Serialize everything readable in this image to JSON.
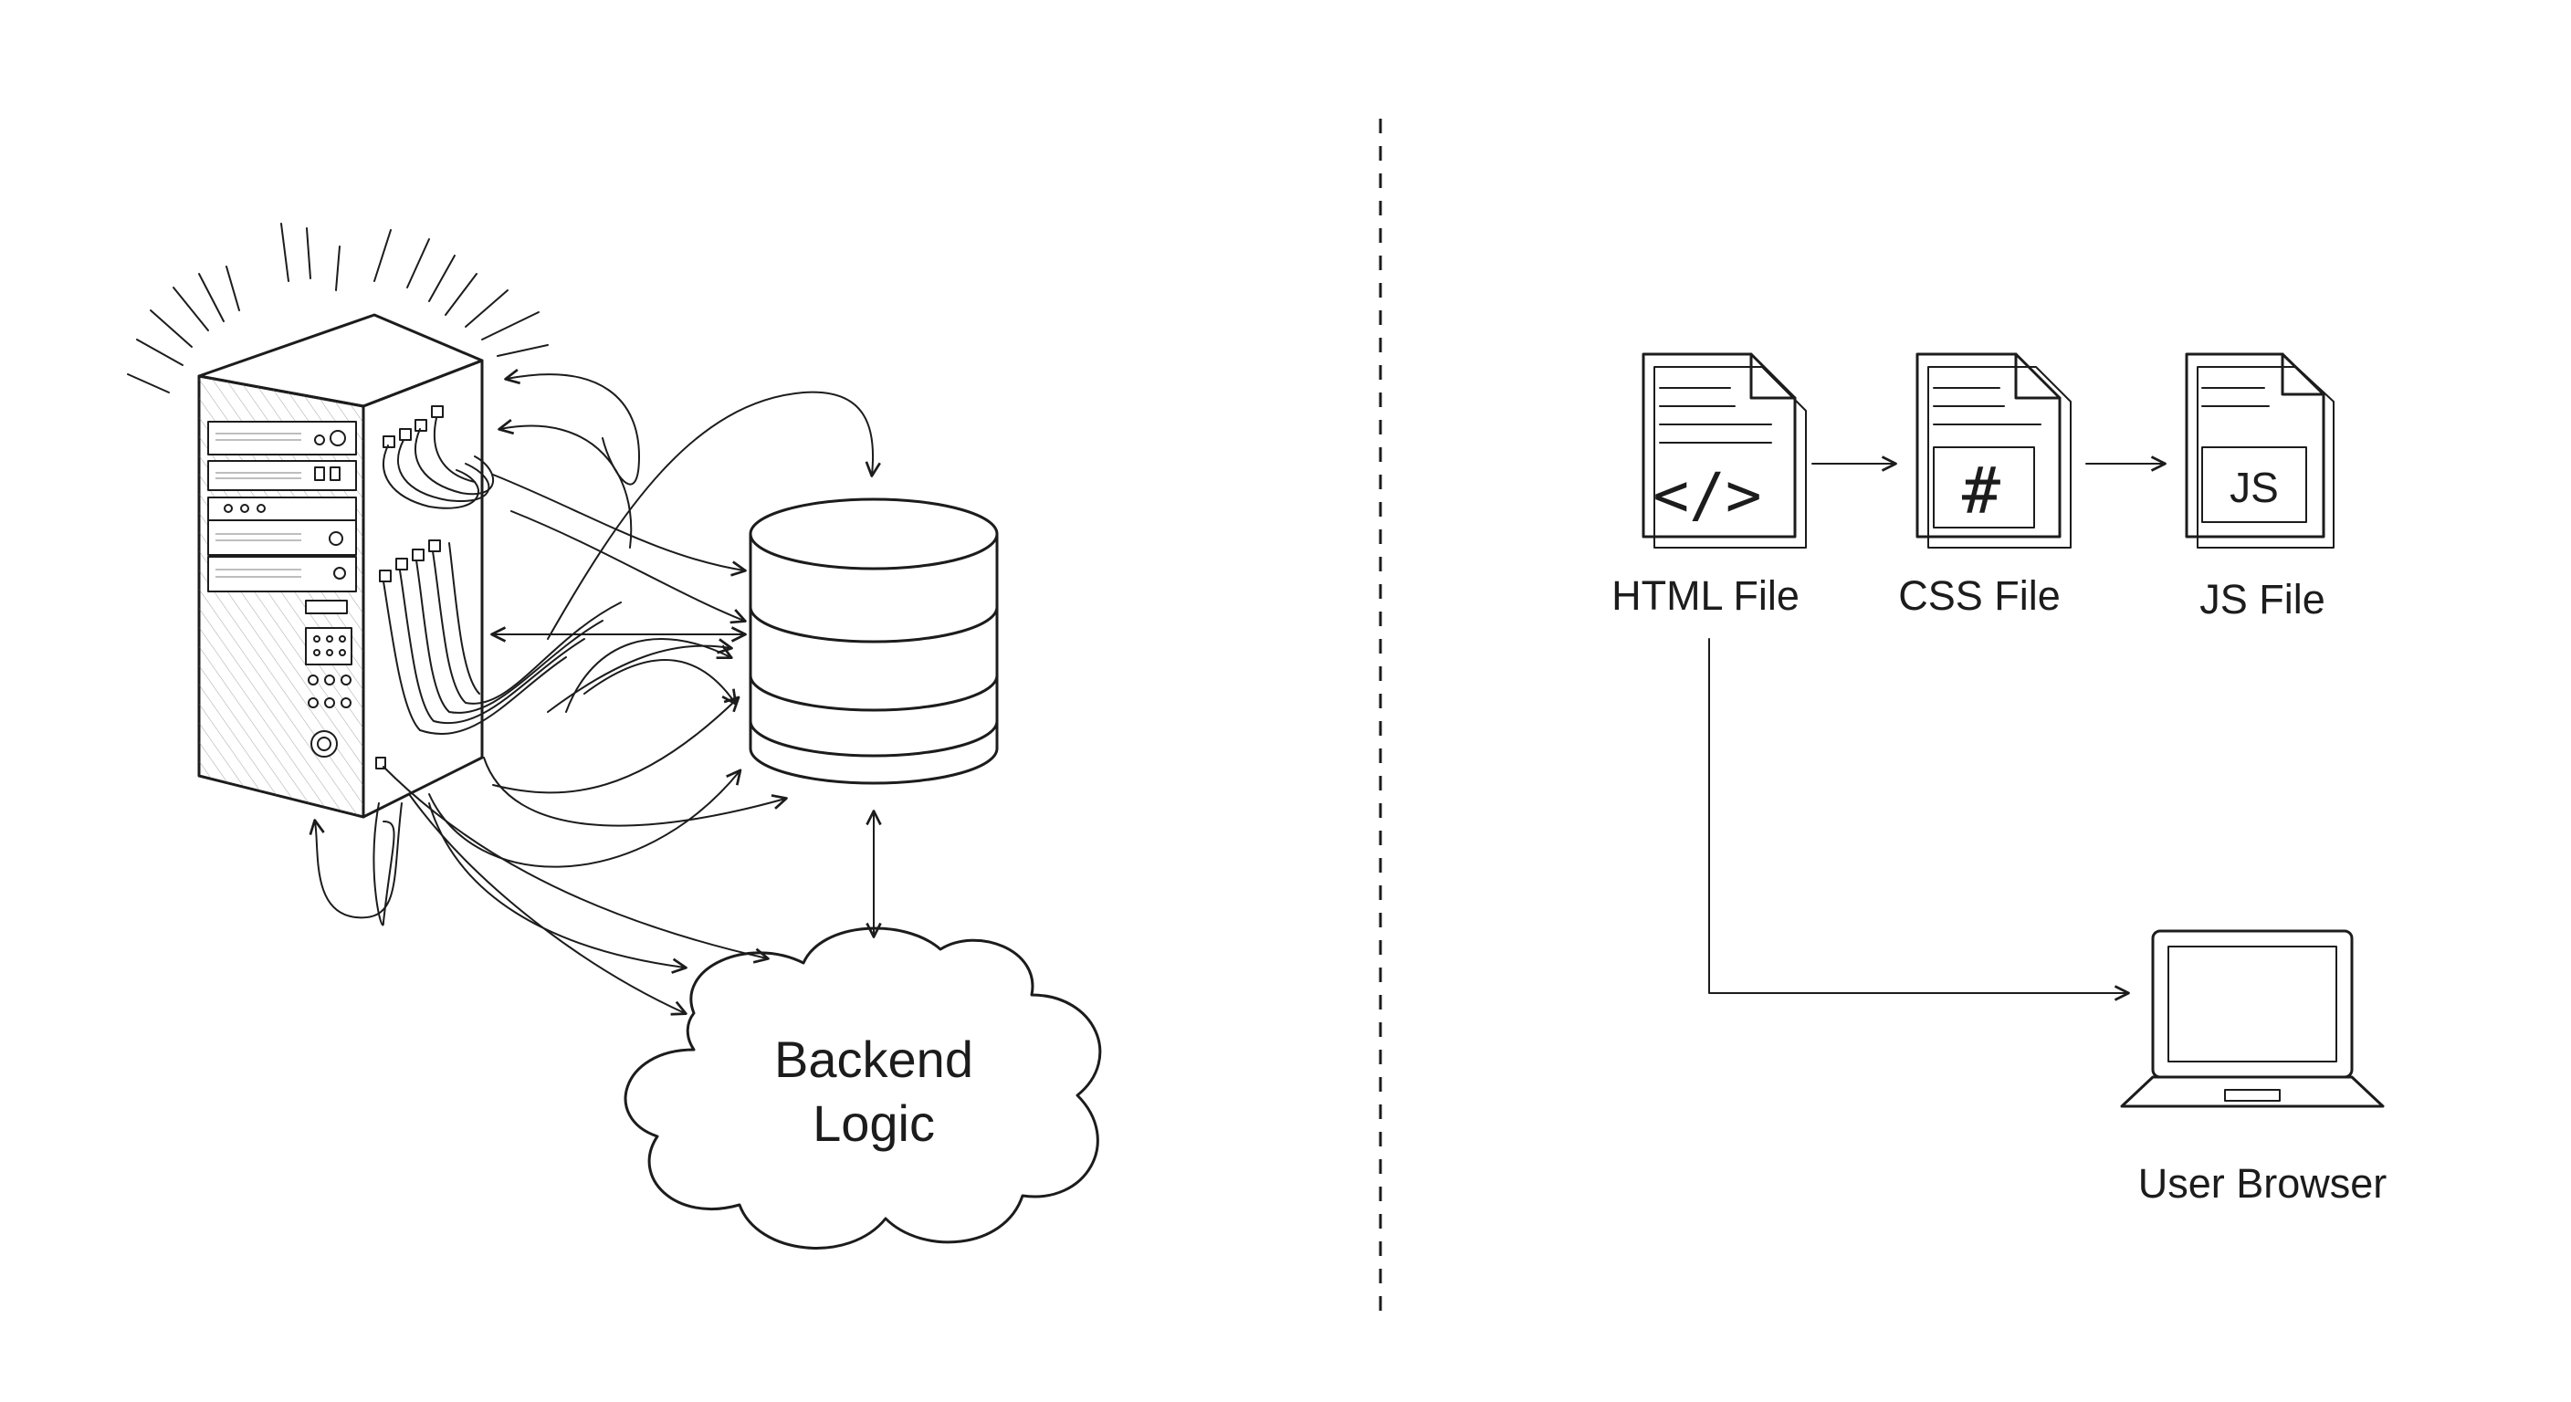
{
  "left_panel": {
    "cloud_label_line1": "Backend",
    "cloud_label_line2": "Logic"
  },
  "right_panel": {
    "files": [
      {
        "label": "HTML File",
        "glyph": "</>",
        "icon": "html-file-icon"
      },
      {
        "label": "CSS File",
        "glyph": "#",
        "icon": "css-file-icon"
      },
      {
        "label": "JS File",
        "glyph": "JS",
        "icon": "js-file-icon"
      }
    ],
    "browser_label": "User Browser",
    "browser_icon": "laptop-icon"
  },
  "colors": {
    "ink": "#1c1c1c",
    "background": "#ffffff"
  }
}
